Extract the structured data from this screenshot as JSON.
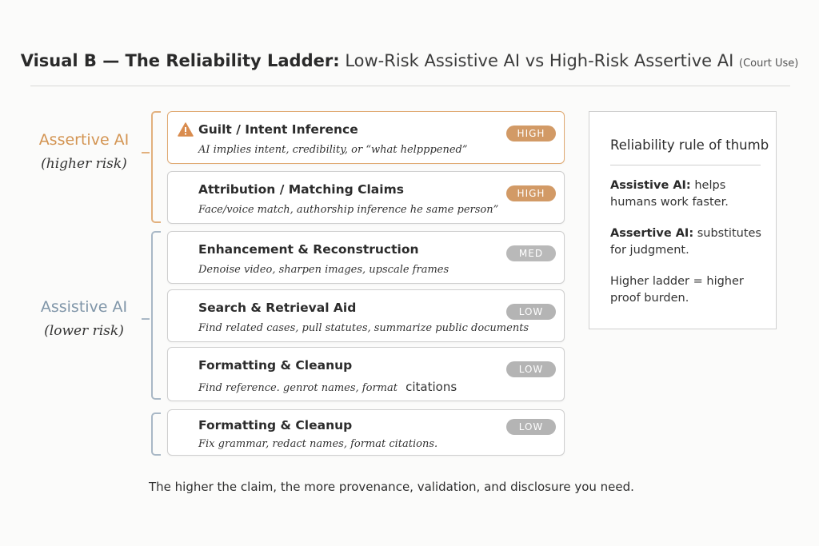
{
  "title": {
    "bold": "Visual B — The Reliability Ladder:",
    "rest": "Low-Risk Assistive AI vs High-Risk Assertive AI",
    "small": "(Court Use)"
  },
  "groups": {
    "assertive": {
      "label": "Assertive AI",
      "sub": "(higher risk)",
      "color": "#d39452"
    },
    "assistive": {
      "label": "Assistive AI",
      "sub": "(lower risk)",
      "color": "#7f95a8"
    }
  },
  "rungs": [
    {
      "title": "Guilt / Intent Inference",
      "desc": "AI implies intent, credibility, or “what helpppened”",
      "badge": "HIGH",
      "icon": "warning-icon"
    },
    {
      "title": "Attribution / Matching Claims",
      "desc": "Face/voice match, authorship inference he same person”",
      "badge": "HIGH"
    },
    {
      "title": "Enhancement & Reconstruction",
      "desc": "Denoise video, sharpen images, upscale frames",
      "badge": "MED"
    },
    {
      "title": "Search & Retrieval Aid",
      "desc": "Find related cases, pull statutes, summarize public documents",
      "badge": "LOW"
    },
    {
      "title": "Formatting & Cleanup",
      "desc": "Find reference. genrot names, format",
      "desc_extra": "citations",
      "badge": "LOW"
    },
    {
      "title": "Formatting & Cleanup",
      "desc": "Fix grammar, redact names, format citations.",
      "badge": "LOW"
    }
  ],
  "rule_box": {
    "title": "Reliability rule of thumb",
    "items": [
      {
        "bold": "Assistive AI:",
        "text": "helps humans work faster."
      },
      {
        "bold": "Assertive AI:",
        "text": "substitutes for judgment."
      },
      {
        "bold": "",
        "text": "Higher ladder = higher proof burden."
      }
    ]
  },
  "footer": "The higher the claim, the more provenance, validation, and disclosure you need.",
  "colors": {
    "high": "#d29a66",
    "low": "#b4b4b4",
    "accent_orange": "#e0aa73"
  }
}
